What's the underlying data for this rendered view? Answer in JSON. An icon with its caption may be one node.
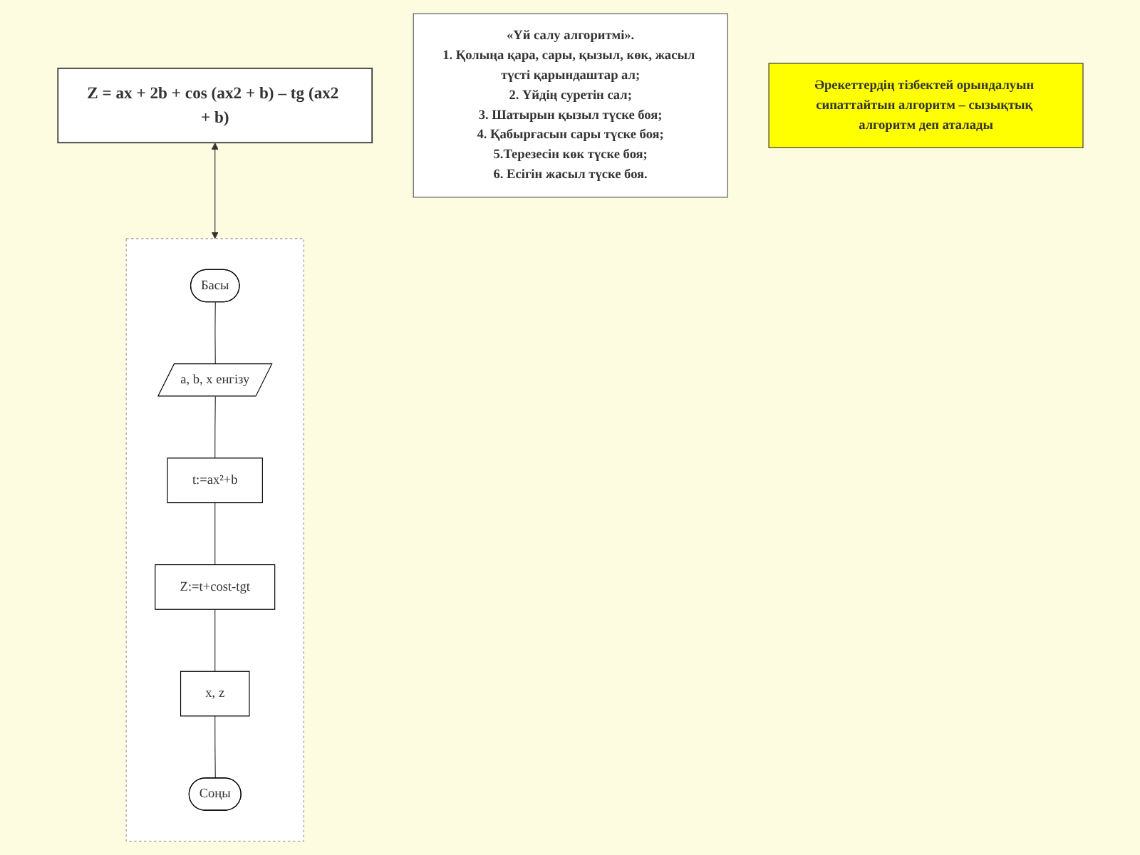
{
  "diagram": {
    "nodes": [
      {
        "text": [
          "Z = ax + 2b + cos (ax2 + b) – tg (ax2 + b)"
        ]
      },
      {
        "text": [],
        "shape": "box"
      },
      {
        "text": [
          "Басы"
        ],
        "in": 1
      },
      {
        "text": [
          "a, b, x енгізу"
        ],
        "in": 1
      },
      {
        "text": [
          "t:=ax²+b"
        ],
        "in": 1
      },
      {
        "text": [
          "Z:=t+cost-tgt"
        ],
        "in": 1
      },
      {
        "text": [
          "x, z"
        ],
        "in": 1
      },
      {
        "text": [
          "Соңы"
        ],
        "in": 1
      },
      {
        "text": [
          "«Үй салу алгоритмі».",
          "1. Қолыңа қара, сары, қызыл, көк, жасыл түсті қарындаштар ал;",
          "2. Үйдің суретін сал;",
          "3. Шатырын қызыл түске боя;",
          "4. Қабырғасын сары түске боя;",
          "5.Терезесін көк түске боя;",
          "6. Есігін жасыл түске боя."
        ]
      },
      {
        "text": [
          "Әрекеттердің тізбектей орындалуын сипаттайтын алгоритм – сызықтық алгоритм деп аталады"
        ]
      }
    ],
    "edges": [
      {
        "from": 0,
        "to": 1,
        "arrow": "both"
      },
      {
        "from": 2,
        "to": 3,
        "arrow": "none"
      },
      {
        "from": 3,
        "to": 4,
        "arrow": "none"
      },
      {
        "from": 4,
        "to": 5,
        "arrow": "none"
      },
      {
        "from": 5,
        "to": 6,
        "arrow": "none"
      },
      {
        "from": 6,
        "to": 7,
        "arrow": "none"
      }
    ]
  }
}
